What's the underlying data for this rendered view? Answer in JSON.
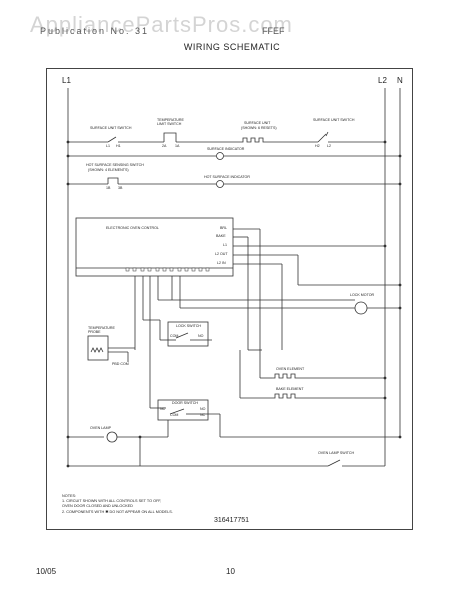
{
  "watermark": "AppliancePartsPros.com",
  "header": {
    "left": "Publication No. 31",
    "right": "FFEF"
  },
  "title": "WIRING SCHEMATIC",
  "rails": {
    "l1": "L1",
    "l2": "L2",
    "n": "N"
  },
  "labels": {
    "surface_unit_switch_left": "SURFACE UNIT SWITCH",
    "temp_limit_switch": "TEMPERATURE LIMIT SWITCH",
    "surface_unit_left": "SURFACE UNIT",
    "surface_unit_left_note": "(SHOWN: 6 RESETS)",
    "surface_unit_switch_right": "SURFACE UNIT SWITCH",
    "surface_indicator": "SURFACE INDICATOR",
    "hot_surface_sensing_switch": "HOT SURFACE SENSING SWITCH",
    "hot_surface_sensing_note": "(SHOWN: 4 ELEMENTS)",
    "hot_surface_indicator": "HOT SURFACE INDICATOR",
    "electronic_oven_control": "ELECTRONIC OVEN CONTROL",
    "brl": "BRL",
    "bake": "BAKE",
    "l1_in": "L1",
    "l2_out": "L2 OUT",
    "l2_in": "L2 IN",
    "lock_motor": "LOCK MOTOR",
    "lock_switch": "LOCK SWITCH",
    "com": "COM",
    "no": "NO",
    "temp_probe": "TEMPERATURE PROBE",
    "pbd_com": "PBD COM",
    "oven_element": "OVEN ELEMENT",
    "bake_element": "BAKE ELEMENT",
    "door_switch": "DOOR SWITCH",
    "nc": "NC",
    "oven_lamp": "OVEN LAMP",
    "oven_lamp_switch": "OVEN LAMP SWITCH",
    "t1a": "L1",
    "t1b": "H1",
    "t2a": "2A",
    "t2b": "1A",
    "t3a": "H2",
    "t3b": "L2",
    "t4a": "1B",
    "t4b": "3B"
  },
  "notes": {
    "heading": "NOTES:",
    "n1": "1.  CIRCUIT SHOWN WITH ALL CONTROLS SET TO OFF,",
    "n1b": "     OVEN DOOR CLOSED AND UNLOCKED",
    "n2": "2.  COMPONENTS WITH  ✱  DO NOT APPEAR ON ALL MODELS."
  },
  "part_number": "316417751",
  "footer": {
    "date": "10/05",
    "page": "10"
  }
}
